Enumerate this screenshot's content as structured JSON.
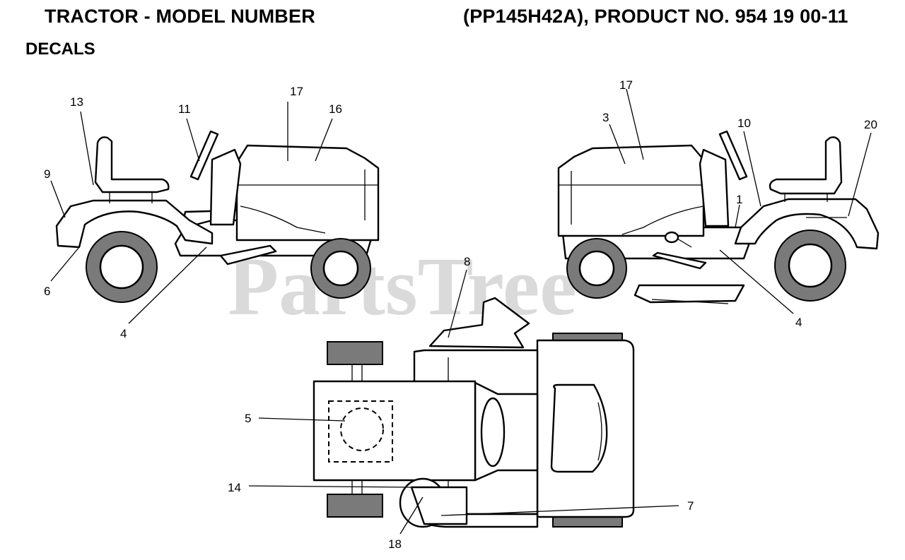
{
  "header": {
    "title_left": "TRACTOR - MODEL NUMBER",
    "title_right": "(PP145H42A), PRODUCT NO. 954 19 00-11",
    "subtitle": "DECALS"
  },
  "watermark": "PartsTree",
  "callouts": {
    "left_13": "13",
    "left_11": "11",
    "left_17": "17",
    "left_16": "16",
    "left_9": "9",
    "left_6": "6",
    "left_4": "4",
    "right_17": "17",
    "right_3": "3",
    "right_10": "10",
    "right_20": "20",
    "right_1": "1",
    "right_4": "4",
    "top_8": "8",
    "top_5": "5",
    "top_14": "14",
    "top_7": "7",
    "top_18": "18"
  }
}
